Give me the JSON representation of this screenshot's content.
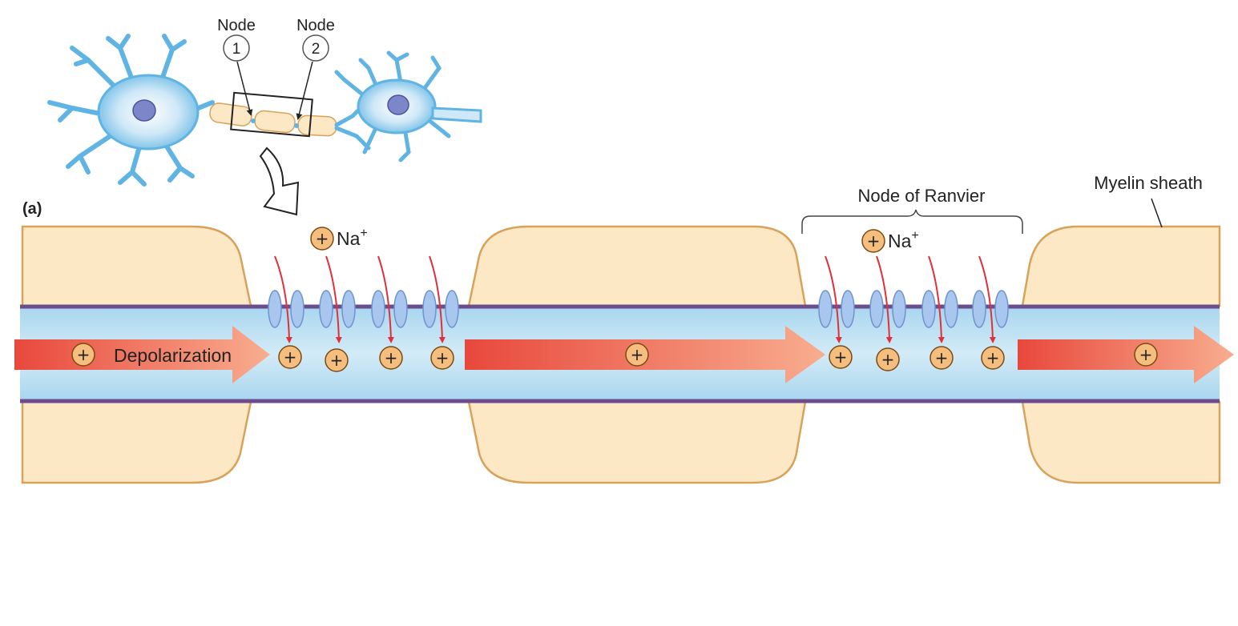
{
  "figure": {
    "panel_label": "(a)",
    "overview": {
      "node_word": "Node",
      "node_1_number": "1",
      "node_2_number": "2"
    },
    "labels": {
      "depolarization": "Depolarization",
      "node_of_ranvier": "Node of Ranvier",
      "myelin_sheath": "Myelin sheath",
      "sodium_ion": "Na",
      "sodium_charge": "+",
      "positive_sign": "+"
    },
    "colors": {
      "myelin_fill": "#fde8c6",
      "myelin_stroke": "#d9a25a",
      "axon_fill": "#bfe0f2",
      "membrane": "#6b4d8e",
      "channel_fill": "#a9c6ee",
      "channel_stroke": "#6f93cf",
      "ion_fill": "#f5be7f",
      "sodium_arrow": "#e0303c",
      "depolarization_start": "#e8483c",
      "depolarization_end": "#f8ad8f",
      "neuron_blue": "#5fb4e3",
      "nucleus": "#7d86c8"
    }
  }
}
